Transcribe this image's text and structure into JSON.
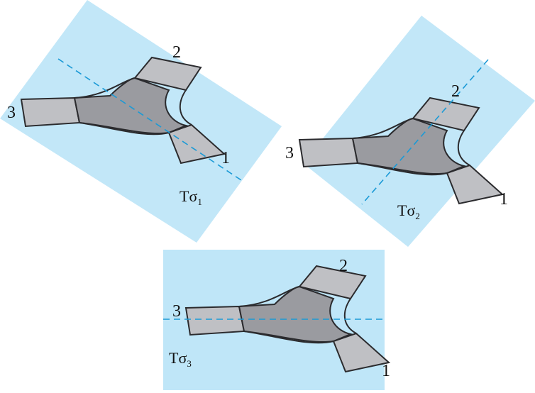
{
  "colors": {
    "plane_fill": "#bfe6f8",
    "cut_line": "#1b9ad6",
    "shape_dark": "#9a9ba0",
    "shape_light": "#bfc0c4",
    "outline": "#2b2b2e"
  },
  "panels": [
    {
      "id": "sigma1",
      "plane_label": {
        "main": "Tσ",
        "sub": "1"
      },
      "leg_labels": {
        "one": "1",
        "two": "2",
        "three": "3"
      }
    },
    {
      "id": "sigma2",
      "plane_label": {
        "main": "Tσ",
        "sub": "2"
      },
      "leg_labels": {
        "one": "1",
        "two": "2",
        "three": "3"
      }
    },
    {
      "id": "sigma3",
      "plane_label": {
        "main": "Tσ",
        "sub": "3"
      },
      "leg_labels": {
        "one": "1",
        "two": "2",
        "three": "3"
      }
    }
  ]
}
